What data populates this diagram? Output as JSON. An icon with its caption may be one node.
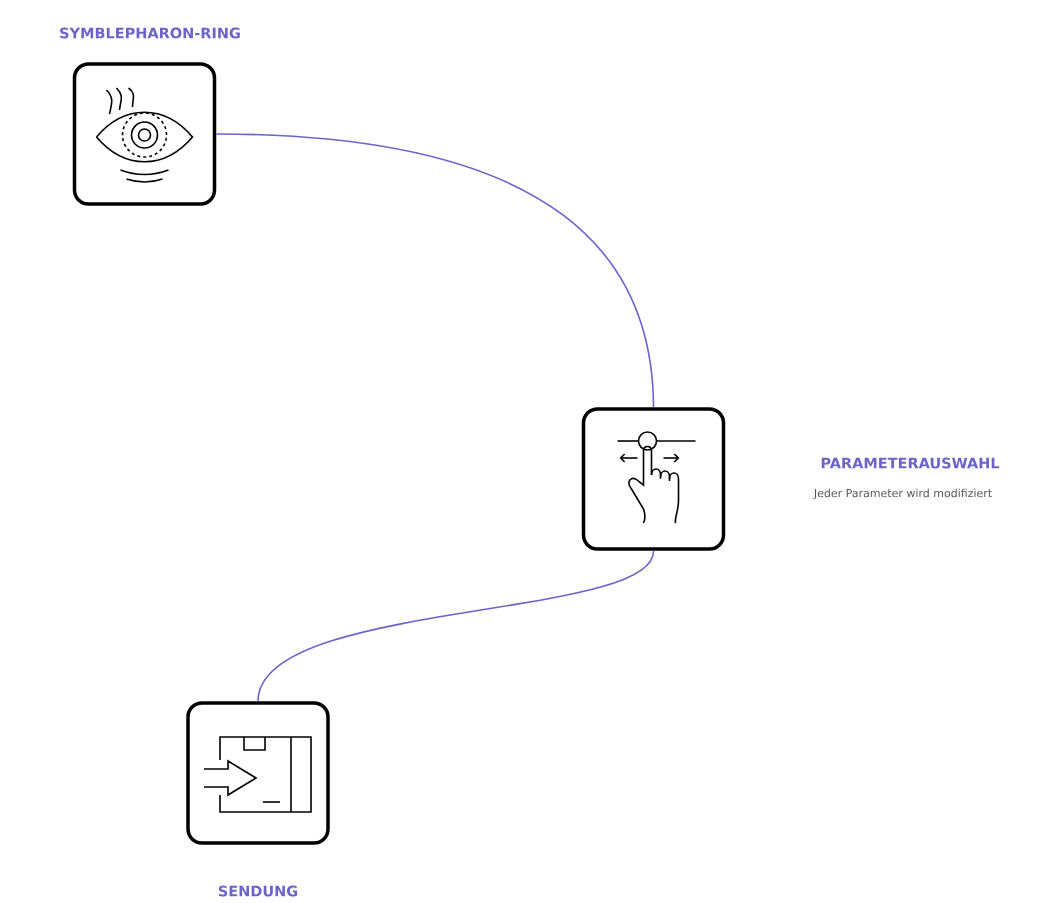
{
  "diagram": {
    "nodes": [
      {
        "text": [
          "SYMBLEPHARON-RING"
        ]
      },
      {
        "text": [],
        "shape": "box"
      },
      {
        "text": [
          "SENDUNG"
        ]
      }
    ],
    "edges": [
      {
        "from": 0,
        "to": 1,
        "arrow": "none"
      },
      {
        "from": 1,
        "to": 2,
        "arrow": "none"
      }
    ],
    "labels": [
      "PARAMETERAUSWAHL",
      "Jeder Parameter wird modifiziert"
    ]
  }
}
